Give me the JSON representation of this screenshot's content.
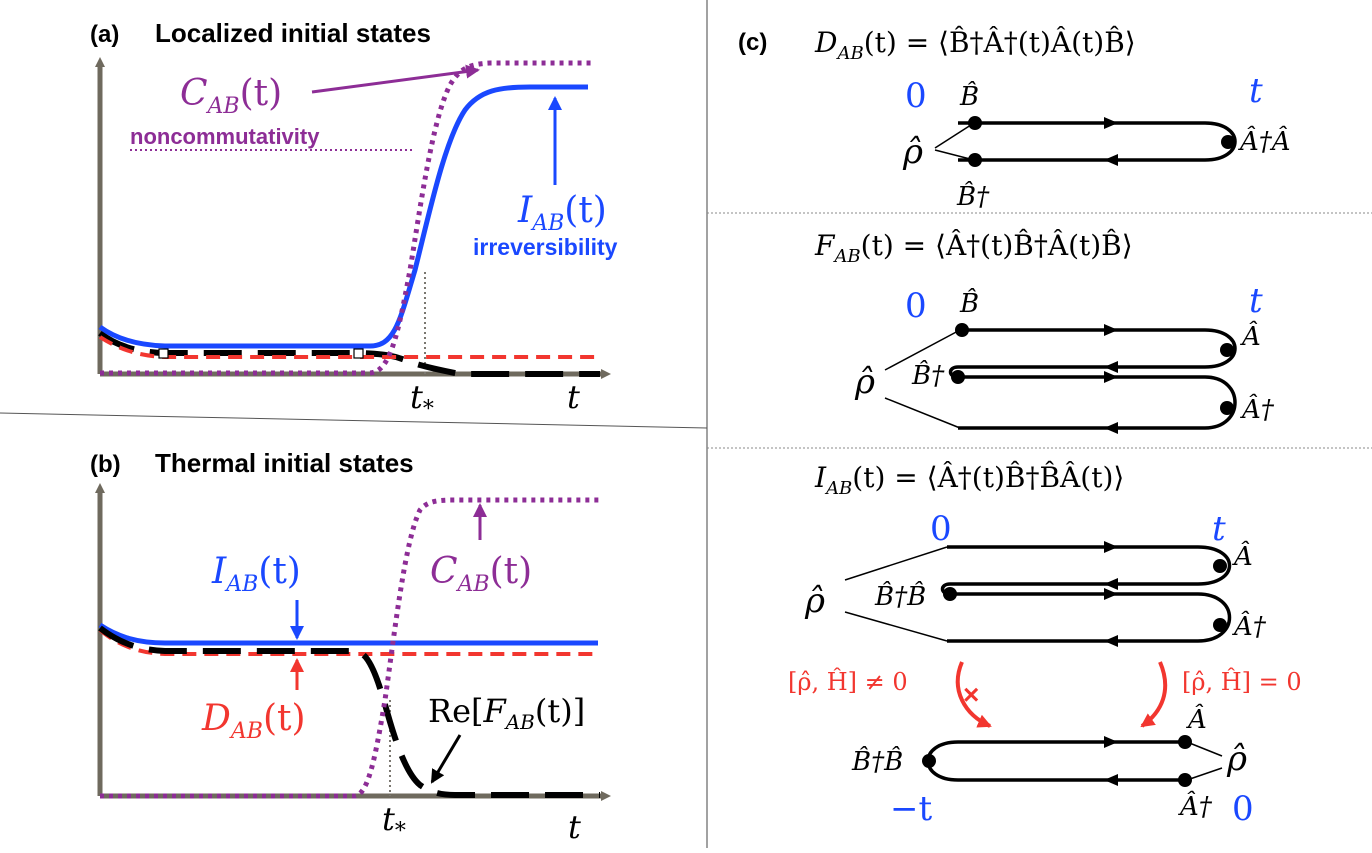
{
  "colors": {
    "blue": "#1a48ff",
    "red": "#f2362f",
    "purple": "#8d2d96",
    "black": "#000000",
    "axis": "#6f6a5e",
    "dotted": "#7a7770"
  },
  "panel_a": {
    "label": "(a)",
    "title": "Localized initial states",
    "c_label": "C",
    "c_sub": "AB",
    "c_arg": "(t)",
    "c_note": "noncommutativity",
    "i_label": "I",
    "i_sub": "AB",
    "i_arg": "(t)",
    "i_note": "irreversibility",
    "x_label": "t",
    "tstar": "t",
    "tstar_sub": "*"
  },
  "panel_b": {
    "label": "(b)",
    "title": "Thermal initial states",
    "i_label": "I",
    "i_sub": "AB",
    "i_arg": "(t)",
    "c_label": "C",
    "c_sub": "AB",
    "c_arg": "(t)",
    "d_label": "D",
    "d_sub": "AB",
    "d_arg": "(t)",
    "f_prefix": "Re[",
    "f_label": "F",
    "f_sub": "AB",
    "f_suffix": "(t)]",
    "x_label": "t",
    "tstar": "t",
    "tstar_sub": "*"
  },
  "panel_c": {
    "label": "(c)",
    "d_formula": {
      "lhs": "D",
      "sub": "AB",
      "rhs": "(t) = ⟨B̂†Â†(t)Â(t)B̂⟩"
    },
    "f_formula": {
      "lhs": "F",
      "sub": "AB",
      "rhs": "(t) = ⟨Â†(t)B̂†Â(t)B̂⟩"
    },
    "i_formula": {
      "lhs": "I",
      "sub": "AB",
      "rhs": "(t) = ⟨Â†(t)B̂†B̂Â(t)⟩"
    },
    "zero": "0",
    "t": "t",
    "neg_t": "−t",
    "rho": "ρ̂",
    "B": "B̂",
    "Bdag": "B̂†",
    "Adag_A": "Â†Â",
    "A": "Â",
    "Adag": "Â†",
    "BdagB": "B̂†B̂",
    "cond_noncomm": "[ρ̂, Ĥ] ≠ 0",
    "cond_comm": "[ρ̂, Ĥ] = 0",
    "cross": "×"
  }
}
